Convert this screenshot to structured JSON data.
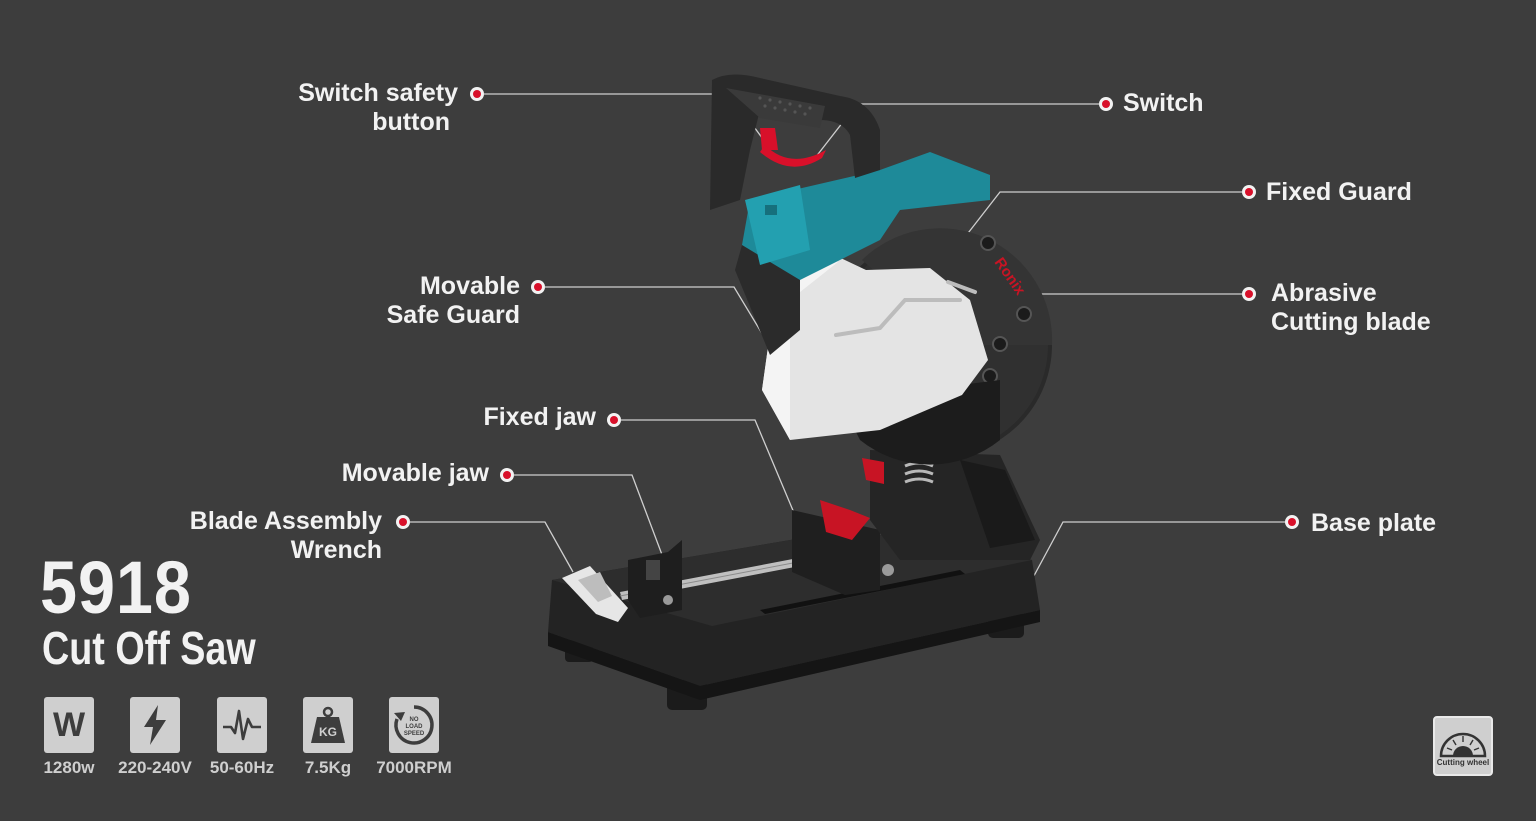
{
  "product": {
    "model": "5918",
    "name": "Cut Off Saw",
    "brand": "Ronix"
  },
  "callouts": {
    "switch_safety_button": [
      "Switch safety",
      "button"
    ],
    "switch": "Switch",
    "fixed_guard": "Fixed Guard",
    "movable_safe_guard": [
      "Movable",
      "Safe Guard"
    ],
    "abrasive_cutting_blade": [
      "Abrasive",
      "Cutting blade"
    ],
    "fixed_jaw": "Fixed jaw",
    "movable_jaw": "Movable jaw",
    "blade_assembly_wrench": [
      "Blade Assembly",
      "Wrench"
    ],
    "base_plate": "Base plate"
  },
  "specs": [
    {
      "icon": "power-watt-icon",
      "glyph": "W",
      "value": "1280w"
    },
    {
      "icon": "voltage-bolt-icon",
      "glyph": "",
      "value": "220-240V"
    },
    {
      "icon": "frequency-wave-icon",
      "glyph": "",
      "value": "50-60Hz"
    },
    {
      "icon": "weight-kg-icon",
      "glyph": "KG",
      "value": "7.5Kg"
    },
    {
      "icon": "no-load-speed-icon",
      "glyph": "NO LOAD SPEED",
      "value": "7000RPM"
    }
  ],
  "accessory_badge": {
    "icon": "cutting-wheel-icon",
    "label": "Cutting wheel"
  },
  "colors": {
    "background": "#3d3d3d",
    "accent_red": "#d8102a",
    "body_teal": "#1e8a99",
    "text": "#f2f2f2"
  }
}
